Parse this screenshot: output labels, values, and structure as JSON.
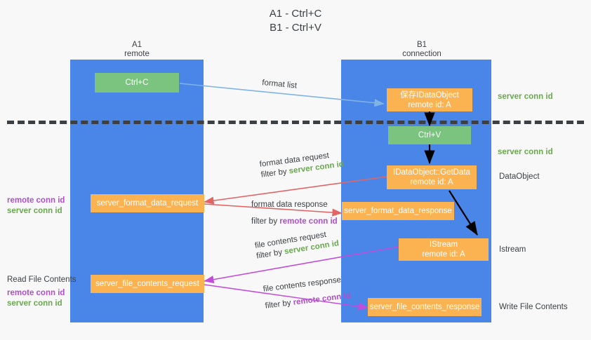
{
  "title": {
    "line1": "A1 - Ctrl+C",
    "line2": "B1 - Ctrl+V"
  },
  "columns": {
    "left": {
      "name": "A1",
      "role": "remote"
    },
    "right": {
      "name": "B1",
      "role": "connection"
    }
  },
  "nodes": {
    "ctrl_c": {
      "label": "Ctrl+C",
      "color": "#7ac47f"
    },
    "ctrl_v": {
      "label": "Ctrl+V",
      "color": "#7ac47f"
    },
    "save_idataobject": {
      "line1": "保存IDataObject",
      "line2": "remote id: A",
      "color": "#fbb352"
    },
    "getdata": {
      "line1": "IDataObject::GetData",
      "line2": "remote id: A",
      "color": "#fbb352"
    },
    "istream": {
      "line1": "IStream",
      "line2": "remote id: A",
      "color": "#fbb352"
    },
    "server_format_data_request": {
      "label": "server_format_data_request"
    },
    "server_format_data_response": {
      "label": "server_format_data_response"
    },
    "server_file_contents_request": {
      "label": "server_file_contents_request"
    },
    "server_file_contents_response": {
      "label": "server_file_contents_response"
    }
  },
  "edges": {
    "format_list": {
      "label": "format list",
      "color": "#7fb3e8"
    },
    "format_data_request": {
      "line1": "format data request",
      "filter_prefix": "filter by ",
      "filter_value": "server conn id",
      "color": "#e06666"
    },
    "format_data_response": {
      "line1": "format data response",
      "filter_prefix": "filter by ",
      "filter_value": "remote conn id",
      "color": "#e06666"
    },
    "file_contents_request": {
      "line1": "file contents request",
      "filter_prefix": "filter by ",
      "filter_value": "server conn id",
      "color": "#c24ddb"
    },
    "file_contents_response": {
      "line1": "file contents response",
      "filter_prefix": "filter by ",
      "filter_value": "remote conn id",
      "color": "#c24ddb"
    }
  },
  "annotations": {
    "right_server_conn_id_top": "server conn id",
    "right_server_conn_id_mid": "server conn id",
    "right_dataobject": "DataObject",
    "right_istream": "Istream",
    "right_write_file_contents": "Write File Contents",
    "left_remote_conn_id_1": "remote conn id",
    "left_server_conn_id_1": "server conn id",
    "left_read_file_contents": "Read File Contents",
    "left_remote_conn_id_2": "remote conn id",
    "left_server_conn_id_2": "server conn id"
  },
  "colors": {
    "lane": "#4a86e8",
    "green_text": "#6aa84f",
    "purple_text": "#b14ecb",
    "dashed": "#3c4043"
  }
}
